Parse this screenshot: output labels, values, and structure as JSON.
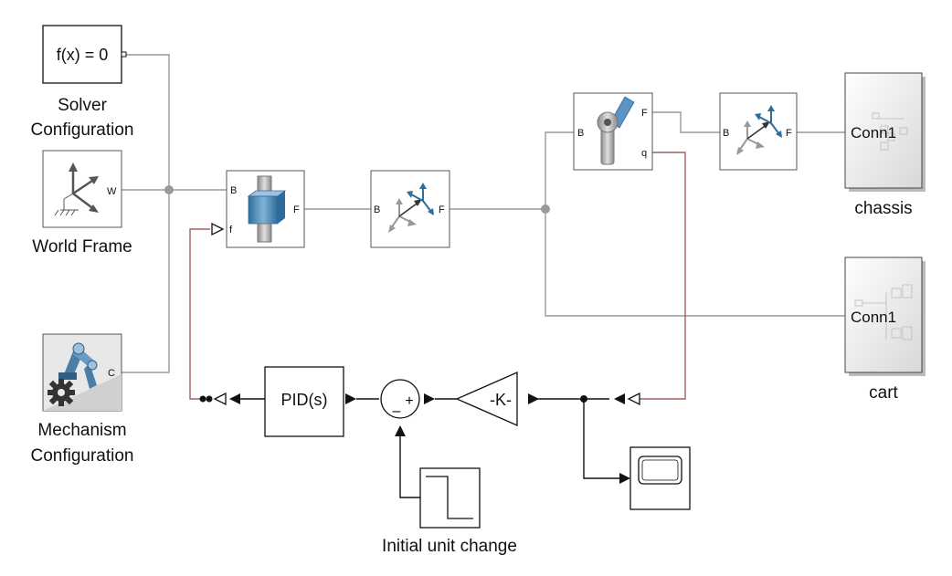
{
  "blocks": {
    "solver": {
      "inner": "f(x) = 0",
      "label_line1": "Solver",
      "label_line2": "Configuration"
    },
    "world": {
      "port_w": "W",
      "label": "World Frame"
    },
    "mechanism": {
      "port_c": "C",
      "label_line1": "Mechanism",
      "label_line2": "Configuration"
    },
    "prismatic": {
      "port_b": "B",
      "port_f": "F",
      "port_f_in": "f"
    },
    "transform1": {
      "port_b": "B",
      "port_f": "F"
    },
    "revolute": {
      "port_b": "B",
      "port_f": "F",
      "port_q": "q"
    },
    "transform2": {
      "port_b": "B",
      "port_f": "F"
    },
    "chassis": {
      "port": "Conn1",
      "label": "chassis"
    },
    "cart": {
      "port": "Conn1",
      "label": "cart"
    },
    "pid": {
      "inner": "PID(s)"
    },
    "sum": {
      "plus": "+",
      "minus": "–"
    },
    "gain": {
      "inner": "-K-"
    },
    "step": {
      "label": "Initial unit change"
    }
  },
  "icons": [
    "world-frame-icon",
    "mechanism-gear-icon",
    "prismatic-joint-icon",
    "rigid-transform-icon",
    "revolute-joint-icon",
    "subsystem-icon",
    "step-icon",
    "scope-icon"
  ],
  "colors": {
    "physical_line": "#999999",
    "signal_line": "#111111",
    "sensor_line": "#a06060",
    "joint_blue": "#3e7fb0"
  }
}
